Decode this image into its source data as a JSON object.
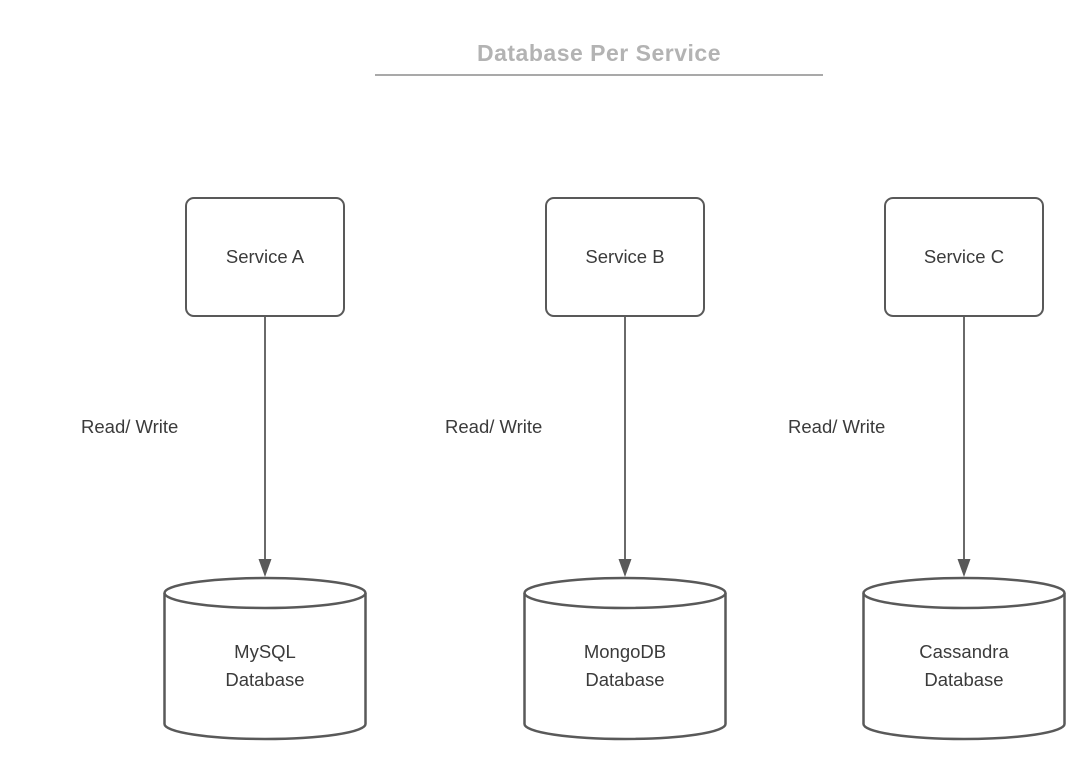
{
  "title": "Database Per Service",
  "colors": {
    "background": "#ffffff",
    "title_text": "#b3b3b3",
    "title_underline": "#a9a9a9",
    "shape_stroke": "#595959",
    "shape_fill": "#ffffff",
    "label_text": "#3b3b3b"
  },
  "diagram": {
    "columns": [
      {
        "service": "Service A",
        "edge_label": "Read/ Write",
        "database_line1": "MySQL",
        "database_line2": "Database"
      },
      {
        "service": "Service B",
        "edge_label": "Read/ Write",
        "database_line1": "MongoDB",
        "database_line2": "Database"
      },
      {
        "service": "Service C",
        "edge_label": "Read/ Write",
        "database_line1": "Cassandra",
        "database_line2": "Database"
      }
    ]
  }
}
